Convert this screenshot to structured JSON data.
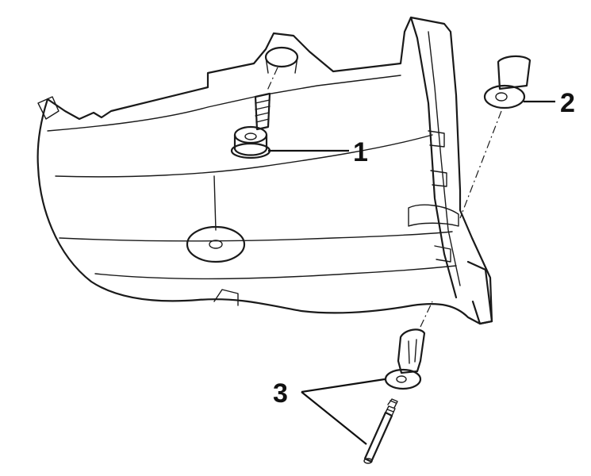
{
  "callouts": {
    "screw": "1",
    "grommet": "2",
    "clip": "3"
  },
  "colors": {
    "line": "#1a1a1a",
    "background": "#ffffff"
  }
}
